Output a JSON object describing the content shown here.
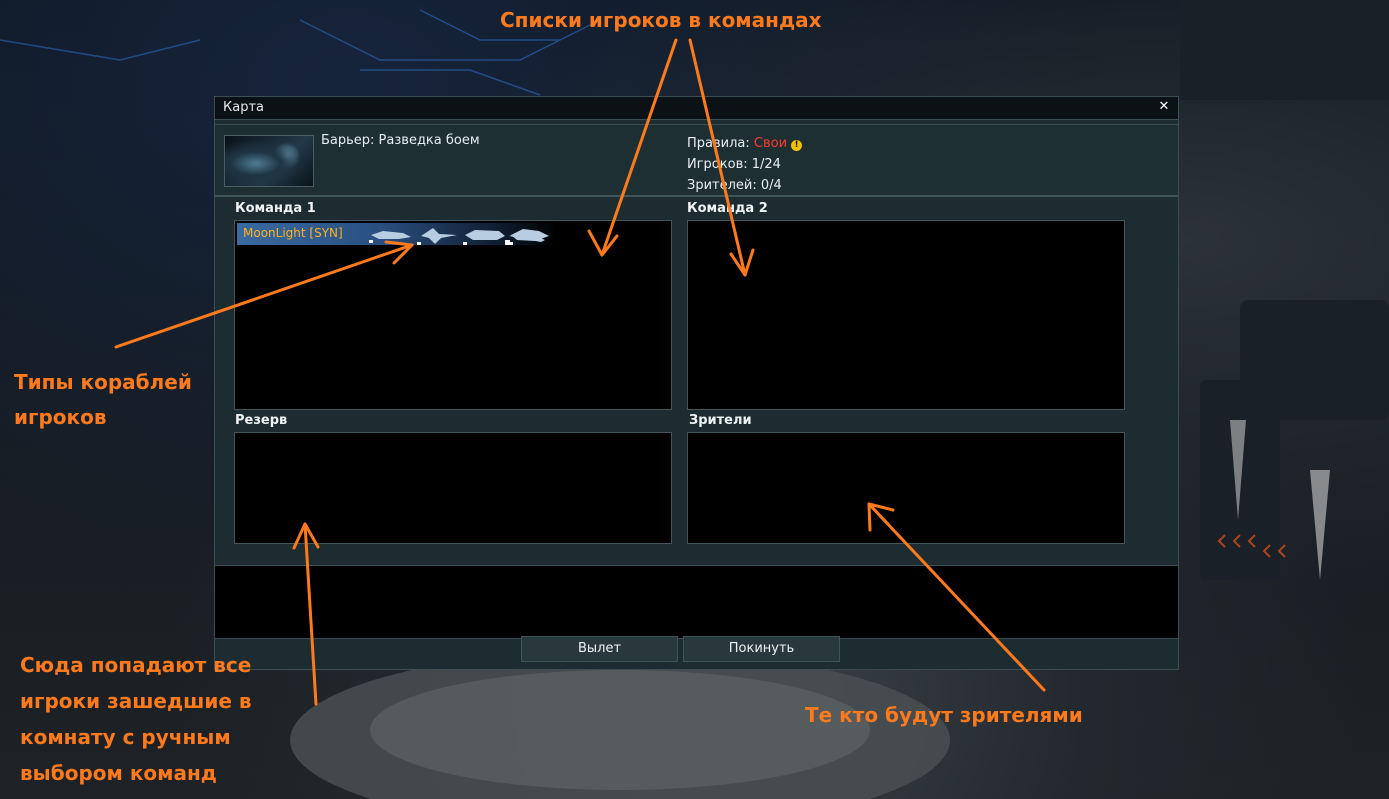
{
  "window": {
    "title": "Карта"
  },
  "map": {
    "name": "Барьер: Разведка боем",
    "rules_label": "Правила:",
    "rules_value": "Свои",
    "players": "Игроков: 1/24",
    "spectators": "Зрителей: 0/4"
  },
  "panels": {
    "team1_label": "Команда 1",
    "team2_label": "Команда 2",
    "reserve_label": "Резерв",
    "spectators_label": "Зрители"
  },
  "team1_players": [
    {
      "name": "MoonLight [SYN]",
      "ships": [
        "interceptor-icon",
        "fighter-icon",
        "frigate-icon",
        "frigate-icon",
        "dreadnought-icon"
      ]
    }
  ],
  "buttons": {
    "launch": "Вылет",
    "leave": "Покинуть"
  },
  "annotations": {
    "team_lists": "Списки игроков в командах",
    "ship_types_line1": "Типы кораблей",
    "ship_types_line2": "игроков",
    "reserve_line1": "Сюда попадают все",
    "reserve_line2": "игроки зашедшие в",
    "reserve_line3": "комнату с ручным",
    "reserve_line4": "выбором команд",
    "spectators_note": "Те кто будут зрителями"
  },
  "colors": {
    "accent_annotation": "#ff7a1c",
    "rules_value": "#ff3b2f",
    "player_name": "#ffb21e",
    "dialog_bg": "#1c2c31"
  }
}
